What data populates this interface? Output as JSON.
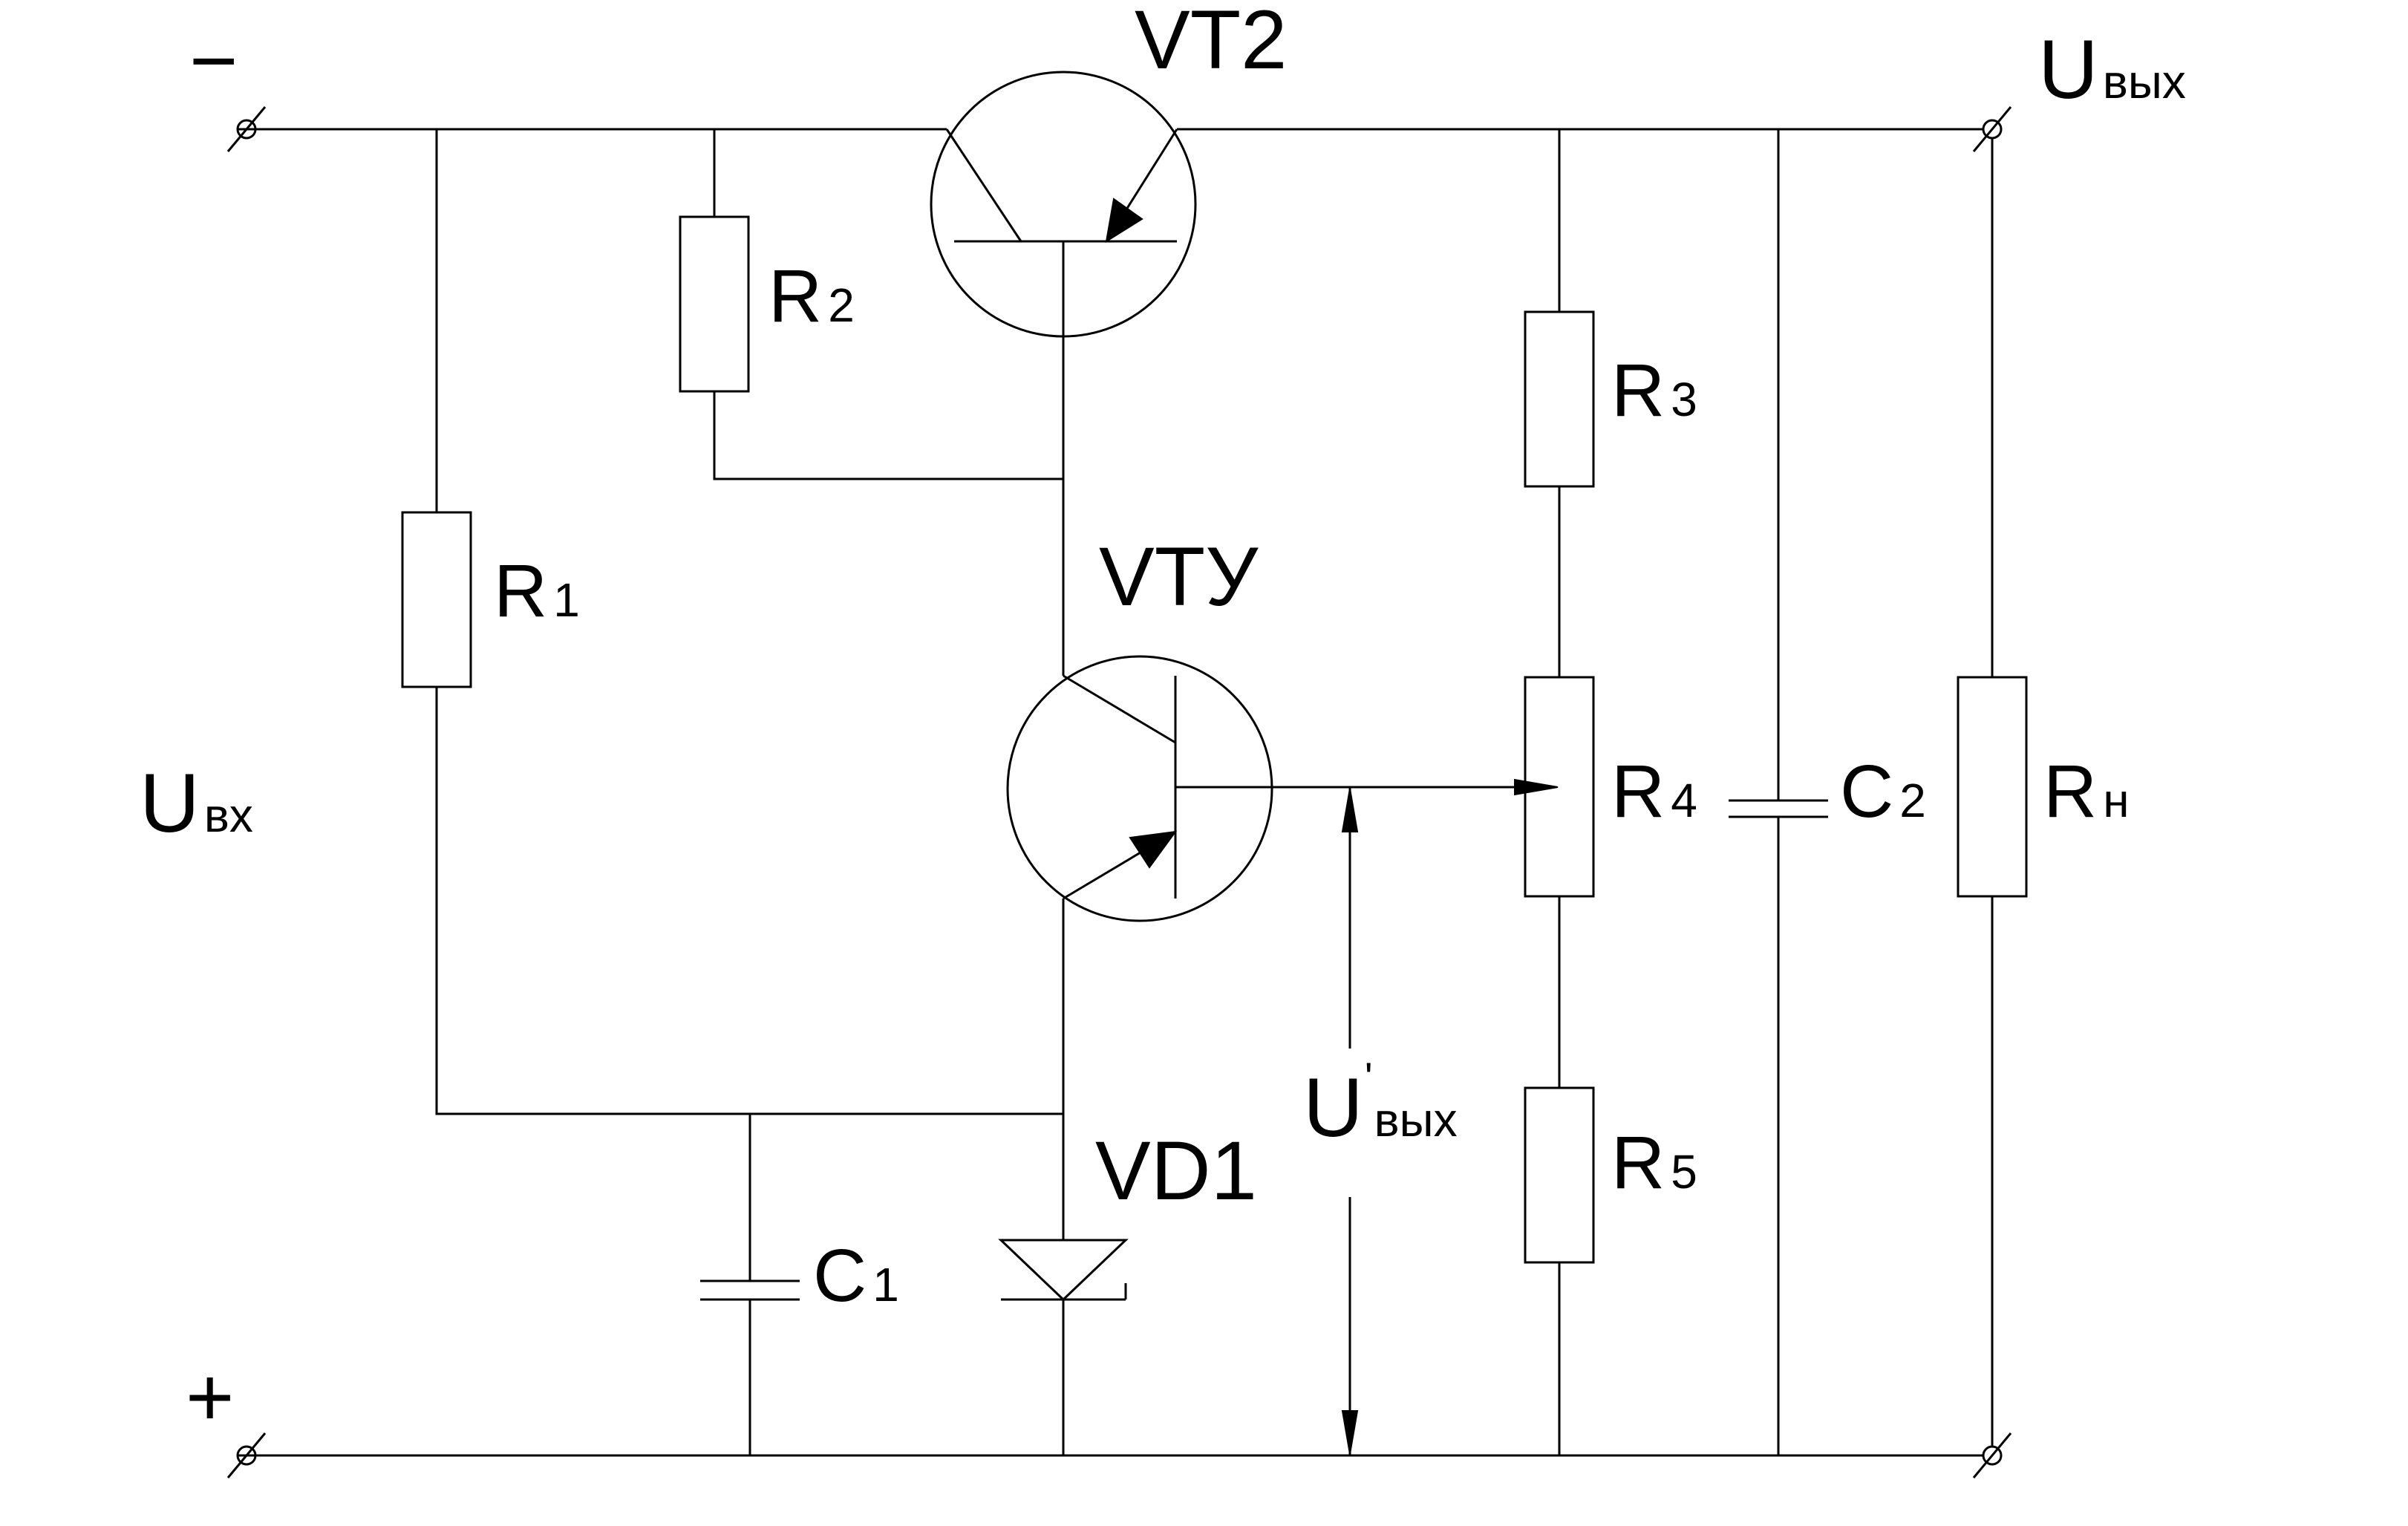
{
  "terminals": {
    "minus": "−",
    "plus": "+",
    "u_in": {
      "main": "U",
      "sub": "вх"
    },
    "u_out": {
      "main": "U",
      "sub": "вых"
    },
    "u_out_prime": {
      "main": "U",
      "prime": "'",
      "sub": "вых"
    }
  },
  "components": {
    "vt2": "VT2",
    "vt1": "VTУ",
    "vd1": "VD1",
    "r1": {
      "main": "R",
      "sub": "1"
    },
    "r2": {
      "main": "R",
      "sub": "2"
    },
    "r3": {
      "main": "R",
      "sub": "3"
    },
    "r4": {
      "main": "R",
      "sub": "4"
    },
    "r5": {
      "main": "R",
      "sub": "5"
    },
    "rn": {
      "main": "R",
      "sub": "н"
    },
    "c1": {
      "main": "C",
      "sub": "1"
    },
    "c2": {
      "main": "C",
      "sub": "2"
    }
  },
  "colors": {
    "line": "#000000",
    "background": "#ffffff"
  }
}
